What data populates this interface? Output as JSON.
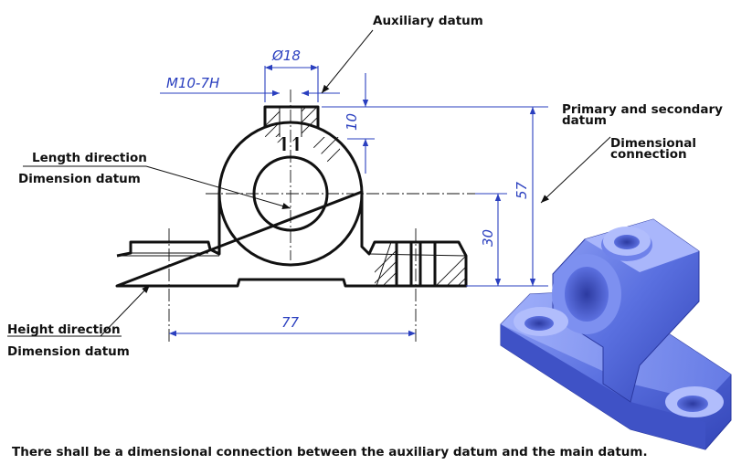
{
  "labels": {
    "auxiliary_datum": "Auxiliary datum",
    "primary_secondary_line1": "Primary and secondary",
    "primary_secondary_line2": "datum",
    "dimensional_line1": "Dimensional",
    "dimensional_line2": "connection",
    "length_direction": "Length direction",
    "length_dimension_datum": "Dimension datum",
    "height_direction": "Height direction",
    "height_dimension_datum": "Dimension datum"
  },
  "dimensions": {
    "thread": "M10-7H",
    "bore_diameter": "Ø18",
    "boss_height": "10",
    "center_height": "30",
    "overall_height": "57",
    "hole_spacing": "77"
  },
  "caption": "There shall be a dimensional connection between the auxiliary datum and the main datum.",
  "colors": {
    "dimension_blue": "#2a3fbf",
    "model_blue": "#5a70e0",
    "outline": "#111111"
  }
}
